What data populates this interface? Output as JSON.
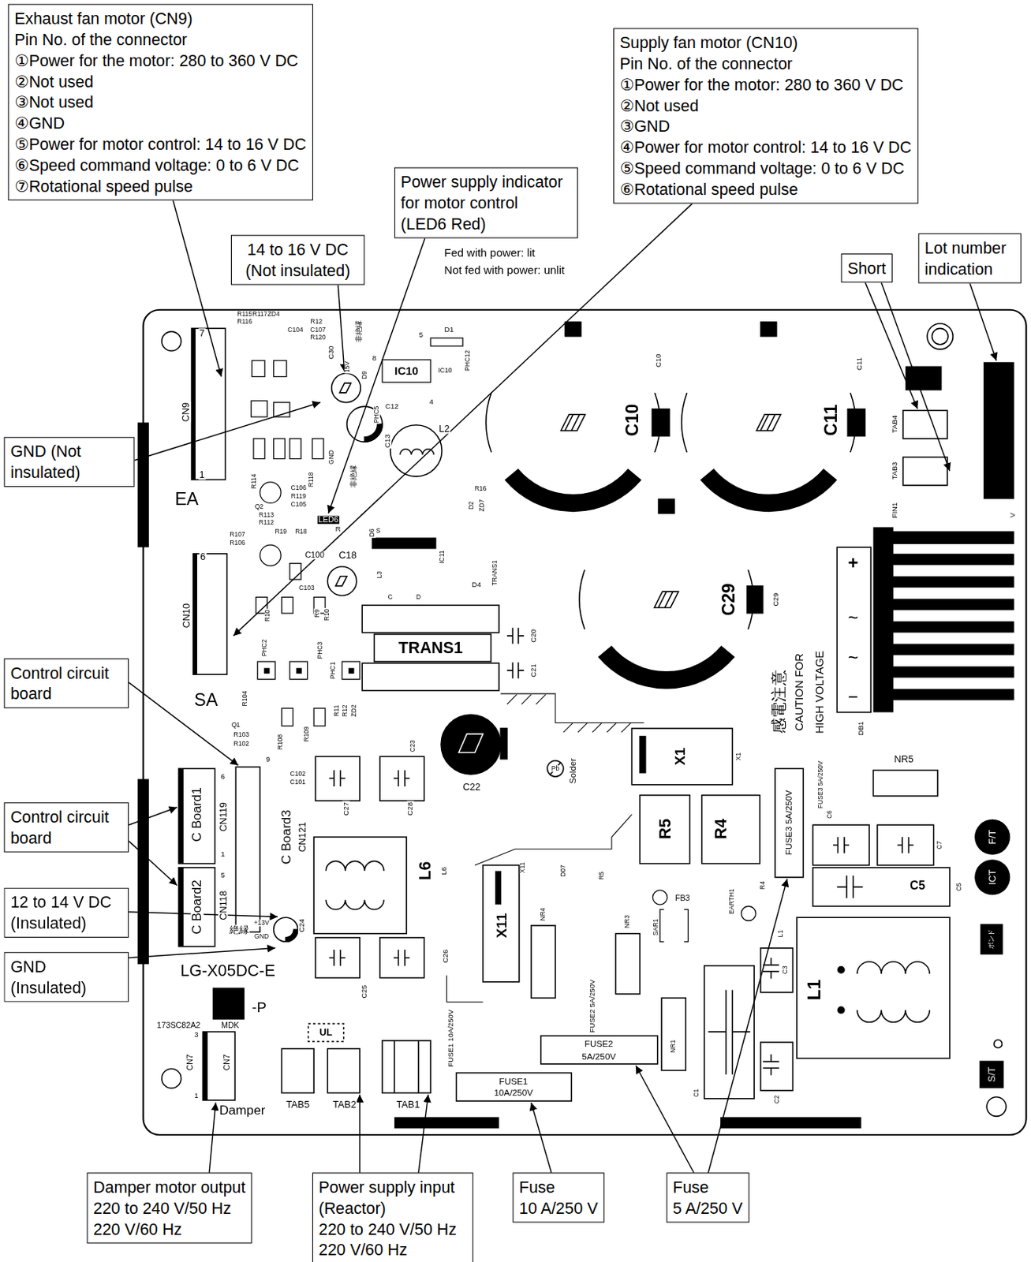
{
  "diagram": {
    "nodes": [
      {
        "text": [
          "Exhaust fan motor (CN9)",
          "Pin No. of the connector",
          "①Power for the motor: 280 to 360 V DC",
          "②Not used",
          "③Not used",
          "④GND",
          "⑤Power for motor control: 14 to 16 V DC",
          "⑥Speed command voltage: 0 to 6 V DC",
          "⑦Rotational speed pulse"
        ]
      },
      {
        "text": [
          "14 to 16 V DC (Not insulated)"
        ]
      },
      {
        "text": [
          "Power supply indicator for motor control",
          "(LED6 Red)"
        ]
      },
      {
        "text": [
          "Supply fan motor (CN10)",
          "Pin No. of the connector",
          "①Power for the motor: 280 to 360 V DC",
          "②Not used",
          "③GND",
          "④Power for motor control: 14 to 16 V DC",
          "⑤Speed command voltage: 0 to 6 V DC",
          "⑥Rotational speed pulse"
        ]
      },
      {
        "text": [
          "Short"
        ]
      },
      {
        "text": [
          "Lot number indication"
        ]
      },
      {
        "text": [
          "GND (Not insulated)"
        ]
      },
      {
        "text": [
          "Control circuit board"
        ]
      },
      {
        "text": [
          "Control circuit board"
        ]
      },
      {
        "text": [
          "12 to 14 V DC (Insulated)"
        ]
      },
      {
        "text": [
          "GND (Insulated)"
        ]
      },
      {
        "text": [
          "Damper motor output",
          "220 to 240 V/50 Hz",
          "220 V/60 Hz"
        ]
      },
      {
        "text": [
          "Power supply input (Reactor)",
          "220 to 240 V/50 Hz",
          "220 V/60 Hz"
        ]
      },
      {
        "text": [
          "Fuse",
          "10 A/250 V"
        ]
      },
      {
        "text": [
          "Fuse",
          "5 A/250 V"
        ]
      }
    ],
    "labels": [
      "Fed with power: lit",
      "Not fed with power: unlit",
      "7",
      "CN9",
      "1",
      "EA",
      "R115",
      "R116",
      "R117",
      "ZD4",
      "C104",
      "R12",
      "C107",
      "R120",
      "C30",
      "15V",
      "非絶縁",
      "D9",
      "8",
      "IC10",
      "IC10",
      "PHC12",
      "D1",
      "5",
      "PHC5",
      "C12",
      "4",
      "C13",
      "L2",
      "GND",
      "非絶縁",
      "R114",
      "C106",
      "R119",
      "C105",
      "R118",
      "R16",
      "D2",
      "ZD7",
      "Q2",
      "R113",
      "R112",
      "LED6",
      "R",
      "D6",
      "R107",
      "R106",
      "R19",
      "R18",
      "C100",
      "C18",
      "S",
      "IC11",
      "C103",
      "L3",
      "C",
      "D",
      "D4",
      "TRANS1",
      "6",
      "CN10",
      "SA",
      "R10",
      "R9",
      "R10",
      "PHC2",
      "PHC3",
      "PHC1",
      "TRANS1",
      "C20",
      "C21",
      "R104",
      "Q1",
      "R103",
      "R102",
      "R108",
      "R109",
      "R11",
      "R12",
      "ZD2",
      "C102",
      "C101",
      "9",
      "C Board3",
      "CN121",
      "C Board1",
      "CN119",
      "6",
      "1",
      "5",
      "CN118",
      "C Board2",
      "C27",
      "C28",
      "C23",
      "C22",
      "L6",
      "L6",
      "+13V",
      "絶縁",
      "GND",
      "C24",
      "C26",
      "C25",
      "LG-X05DC-E",
      "-P",
      "173SC82A2",
      "MDK",
      "CN7",
      "CN7",
      "3",
      "1",
      "Damper",
      "UL",
      "TAB5",
      "TAB2",
      "TAB1",
      "FUSE1 10A/250V",
      "FUSE1",
      "10A/250V",
      "X11",
      "X11",
      "D07",
      "R5",
      "NR4",
      "NR3",
      "SAR1",
      "FB3",
      "EARTH1",
      "FUSE2 5A/250V",
      "FUSE2",
      "5A/250V",
      "NR1",
      "C1",
      "C2",
      "C3",
      "L1",
      "L1",
      "R5",
      "R4",
      "R4",
      "X1",
      "X1",
      "Pb",
      "Solder",
      "FUSE3 5A/250V",
      "FUSE3 5A/250V",
      "C6",
      "C7",
      "C5",
      "C5",
      "NR5",
      "F/T",
      "ICT",
      "ボンド",
      "S/T",
      "C10",
      "C10",
      "C11",
      "C11",
      "C29",
      "C29",
      "TAB4",
      "TAB3",
      "FIN1",
      "+",
      "~",
      "~",
      "−",
      "DB1",
      "感電注意",
      "CAUTION FOR",
      "HIGH VOLTAGE",
      "V"
    ]
  }
}
